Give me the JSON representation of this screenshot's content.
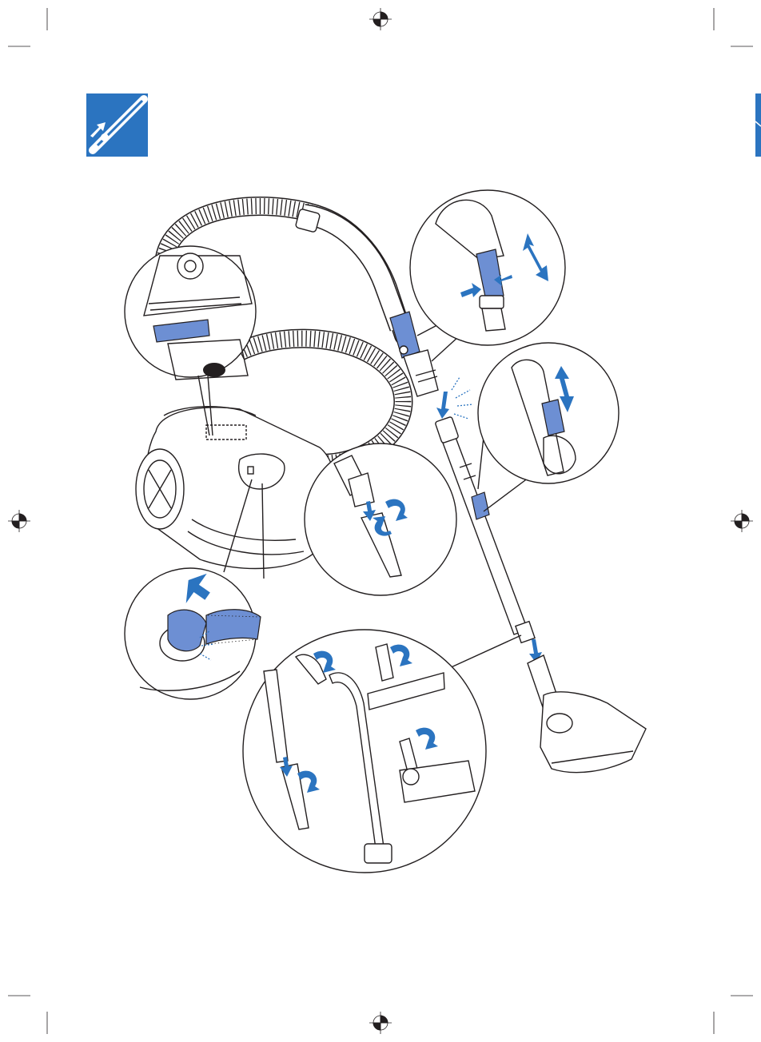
{
  "page": {
    "section_icon": "assembly-icon",
    "accent_color": "#2b74c0",
    "secondary_color": "#6d8fd3",
    "line_color": "#231f20"
  },
  "illustration": {
    "main": "vacuum-cleaner-assembly",
    "details": [
      "dustbag-holder-detail",
      "telescopic-tube-release-detail",
      "tube-length-adjust-detail",
      "crevice-tool-attach-detail",
      "hose-insert-detail",
      "accessories-attach-detail"
    ]
  }
}
